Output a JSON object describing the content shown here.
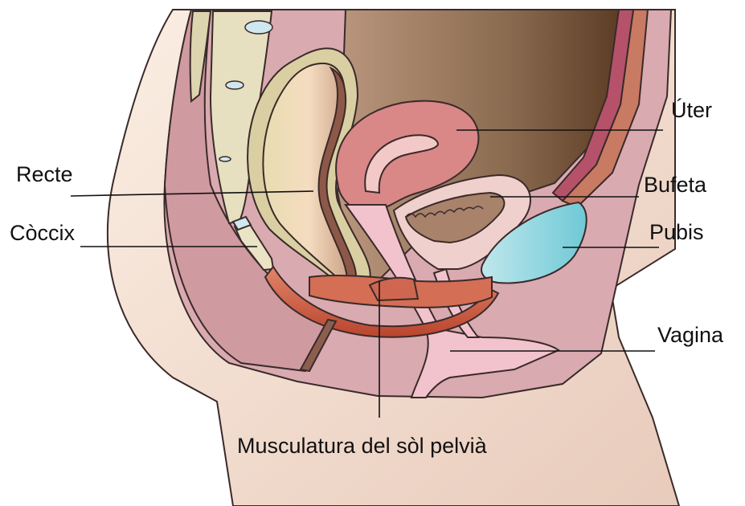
{
  "labels": {
    "uterus": "Úter",
    "rectum": "Recte",
    "bladder": "Bufeta",
    "coccyx": "Còccix",
    "pubis": "Pubis",
    "vagina": "Vagina",
    "pelvic_floor": "Musculatura del sòl pelvià"
  },
  "colors": {
    "skin": "#f3dccb",
    "tissue": "#d9a8ad",
    "cavity": "#a8826a",
    "cavity_dark": "#5a3a22",
    "uterus": "#d98787",
    "bladder": "#f3c9c7",
    "vagina": "#f2c3cd",
    "pubis": "#8fd6e0",
    "muscle": "#c8573f",
    "bone": "#eae3c5",
    "rectum": "#f3d9b5"
  }
}
